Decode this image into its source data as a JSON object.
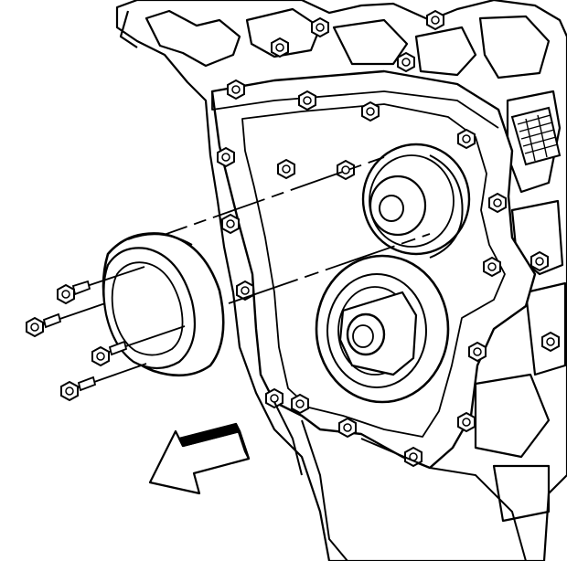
{
  "illustration": {
    "ink_color": "#000000",
    "paper_color": "#ffffff",
    "hatch_color": "#000000",
    "bolt_count": 4,
    "arrow_direction": "down-left",
    "icons": [
      "engine-block-outline",
      "front-cover",
      "crankshaft-seal",
      "bolt",
      "direction-arrow"
    ]
  }
}
